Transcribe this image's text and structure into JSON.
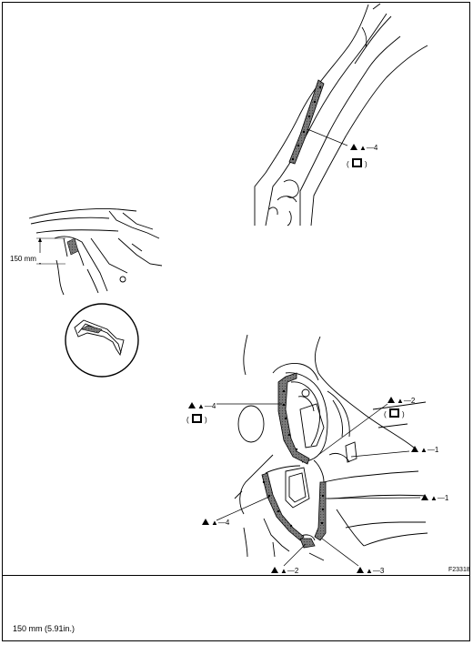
{
  "figure_code": "F23318",
  "dimension_label": "150 mm",
  "note_text": "150 mm (5.91in.)",
  "callouts": {
    "upper_pillar": "▲—4",
    "left_mid": "▲—4",
    "right_top": "▲—2",
    "right_mid": "▲—1",
    "right_lower": "▲—1",
    "left_lower": "▲—4",
    "bottom_left": "▲—2",
    "bottom_right": "▲—3"
  },
  "icons": [
    "sealer-warning-icon",
    "sealer-tool-icon"
  ]
}
